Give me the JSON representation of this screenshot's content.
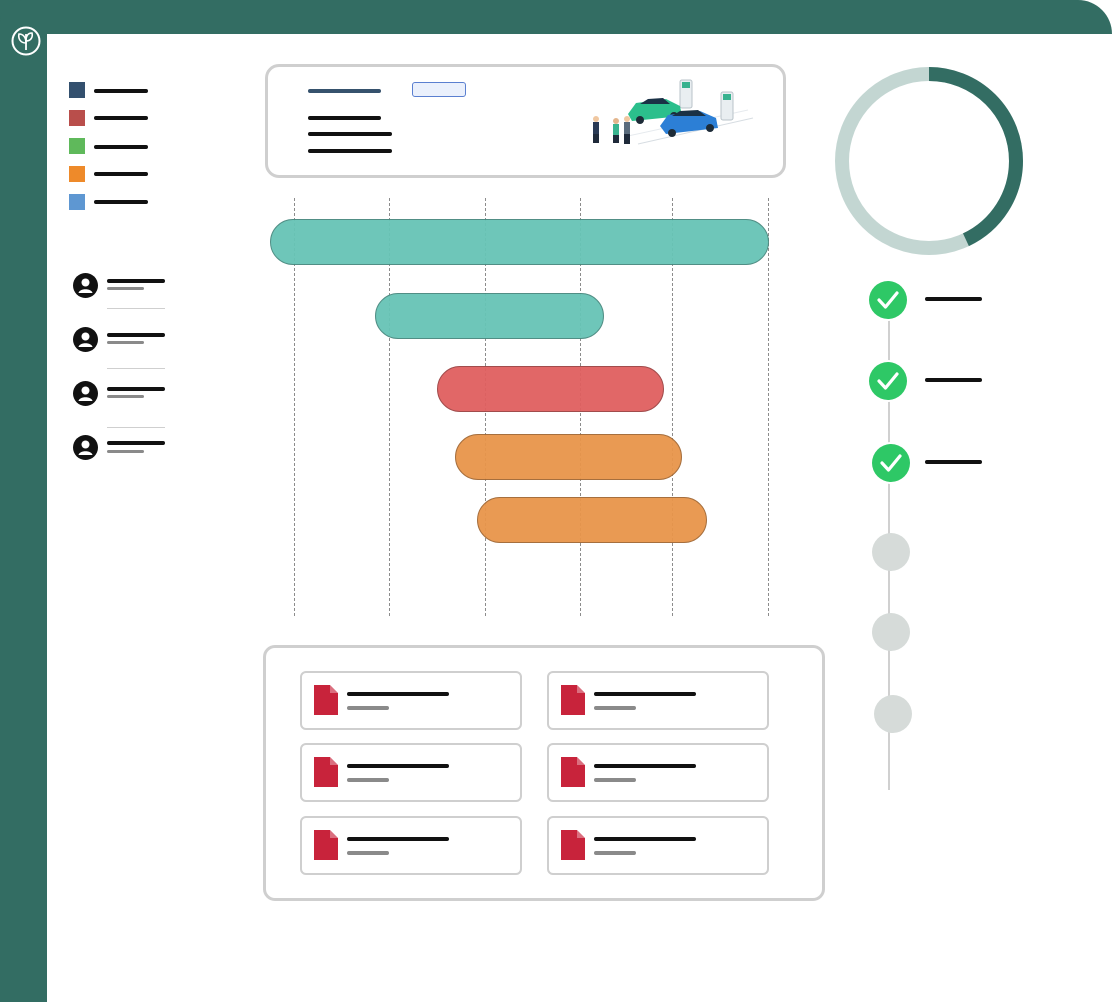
{
  "app": {
    "brand_color": "#336d63",
    "logo_icon": "leaf-seal-icon"
  },
  "legend": {
    "items": [
      {
        "color": "#33506e"
      },
      {
        "color": "#b94e4b"
      },
      {
        "color": "#5fb95b"
      },
      {
        "color": "#ee8a2a"
      },
      {
        "color": "#5e97d2"
      }
    ]
  },
  "users": {
    "icon": "user-avatar-icon",
    "count": 4
  },
  "header_card": {
    "chip_color": "#5a7fd0",
    "illustration": "ev-charging-station-illustration"
  },
  "chart_data": {
    "type": "bar",
    "orientation": "horizontal-gantt",
    "grid": true,
    "series": [
      {
        "start": 0.0,
        "end": 1.0,
        "color": "#67c4b6"
      },
      {
        "start": 0.21,
        "end": 0.67,
        "color": "#67c4b6"
      },
      {
        "start": 0.335,
        "end": 0.79,
        "color": "#e05f5f"
      },
      {
        "start": 0.37,
        "end": 0.825,
        "color": "#e8954a"
      },
      {
        "start": 0.415,
        "end": 0.875,
        "color": "#e8954a"
      }
    ]
  },
  "documents": {
    "icon": "document-icon",
    "icon_color": "#c8233b",
    "count": 6
  },
  "donut": {
    "progress": 0.43,
    "track_color": "#c3d6d2",
    "fill_color": "#336d63"
  },
  "steps": {
    "completed_color": "#2ec866",
    "pending_color": "#d6dbd9",
    "items": [
      {
        "status": "done",
        "icon": "check-icon"
      },
      {
        "status": "done",
        "icon": "check-icon"
      },
      {
        "status": "done",
        "icon": "check-icon"
      },
      {
        "status": "pending"
      },
      {
        "status": "pending"
      },
      {
        "status": "pending"
      }
    ]
  }
}
